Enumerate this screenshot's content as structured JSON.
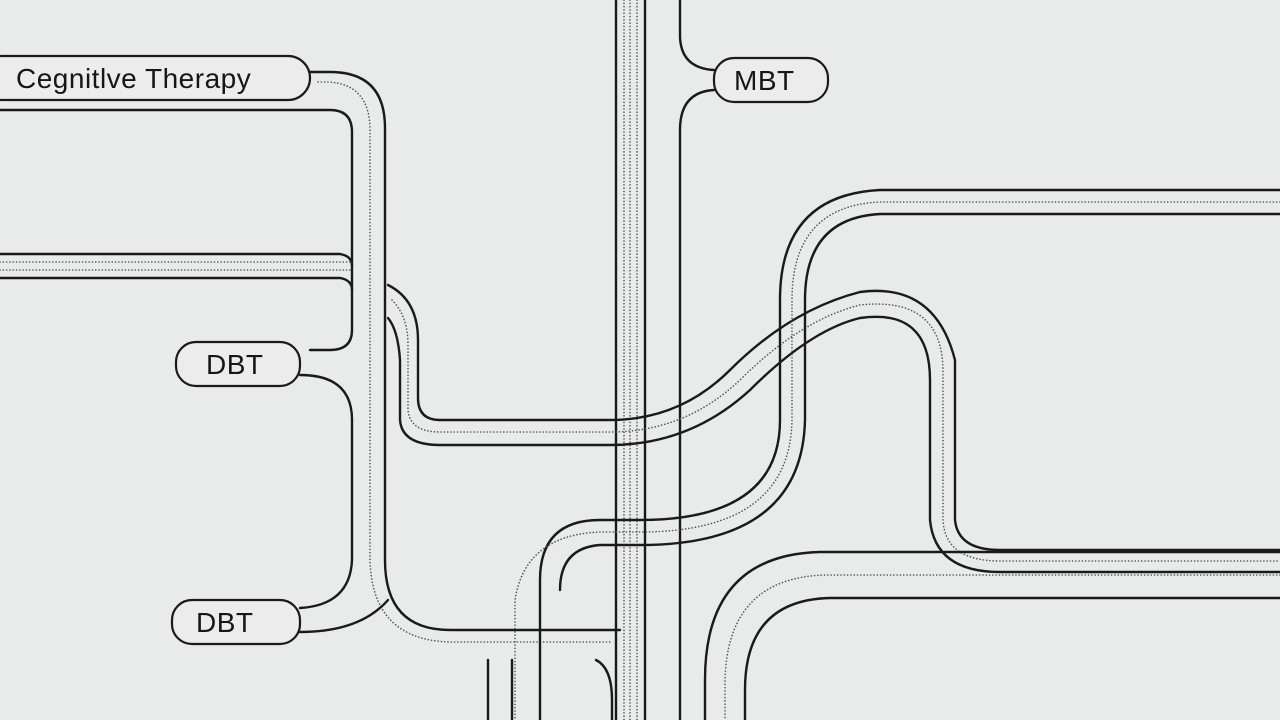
{
  "labels": [
    {
      "id": "cognitive-therapy",
      "text": "Cegnitlve Therapy"
    },
    {
      "id": "mbt",
      "text": "MBT"
    },
    {
      "id": "dbt-upper",
      "text": "DBT"
    },
    {
      "id": "dbt-lower",
      "text": "DBT"
    }
  ],
  "colors": {
    "background": "#e9eaea",
    "line": "#1a1a1a",
    "dots": "#555555"
  }
}
